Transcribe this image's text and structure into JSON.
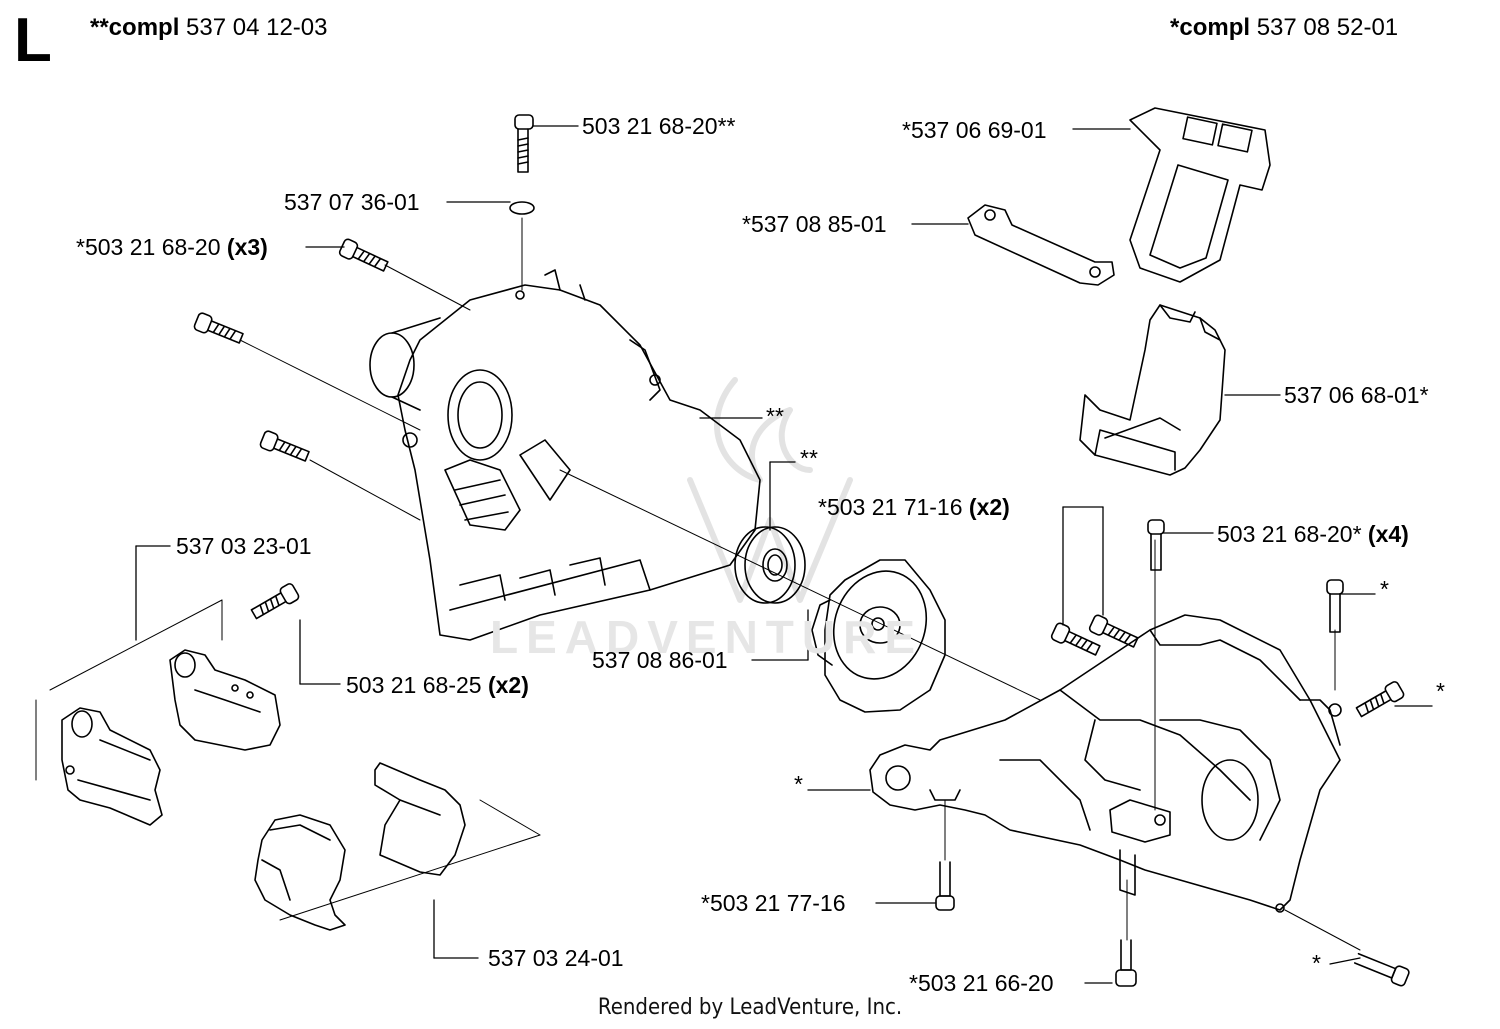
{
  "section": {
    "letter": "L"
  },
  "header": {
    "left_prefix": "**compl",
    "left_number": "537 04 12-03",
    "right_prefix": "*compl",
    "right_number": "537 08 52-01"
  },
  "parts": [
    {
      "id": "screw-top",
      "number": "503 21 68-20**",
      "qty": ""
    },
    {
      "id": "clip",
      "number": "537 07 36-01",
      "qty": ""
    },
    {
      "id": "screw-x3",
      "number": "*503 21 68-20",
      "qty": "(x3)"
    },
    {
      "id": "gasket-top",
      "number": "*537 06 69-01",
      "qty": ""
    },
    {
      "id": "gasket-small",
      "number": "*537 08 85-01",
      "qty": ""
    },
    {
      "id": "cylinder-housing",
      "number": "537 06 68-01*",
      "qty": ""
    },
    {
      "id": "bearing-a",
      "number": "**",
      "qty": ""
    },
    {
      "id": "bearing-b",
      "number": "**",
      "qty": ""
    },
    {
      "id": "screw-x2",
      "number": "*503 21 71-16",
      "qty": "(x2)"
    },
    {
      "id": "screw-x4",
      "number": "503 21 68-20*",
      "qty": "(x4)"
    },
    {
      "id": "bracket-left",
      "number": "537 03 23-01",
      "qty": ""
    },
    {
      "id": "screw-25",
      "number": "503 21 68-25",
      "qty": "(x2)"
    },
    {
      "id": "flywheel-cover",
      "number": "537 08 86-01",
      "qty": ""
    },
    {
      "id": "screw-r1",
      "number": "*",
      "qty": ""
    },
    {
      "id": "screw-r2",
      "number": "*",
      "qty": ""
    },
    {
      "id": "crankcase-lug",
      "number": "*",
      "qty": ""
    },
    {
      "id": "screw-77",
      "number": "*503 21 77-16",
      "qty": ""
    },
    {
      "id": "clamp-right",
      "number": "537 03 24-01",
      "qty": ""
    },
    {
      "id": "screw-66",
      "number": "*503 21 66-20",
      "qty": ""
    },
    {
      "id": "screw-bottom",
      "number": "*",
      "qty": ""
    }
  ],
  "watermark": "LEADVENTURE",
  "footer": "Rendered by LeadVenture, Inc."
}
